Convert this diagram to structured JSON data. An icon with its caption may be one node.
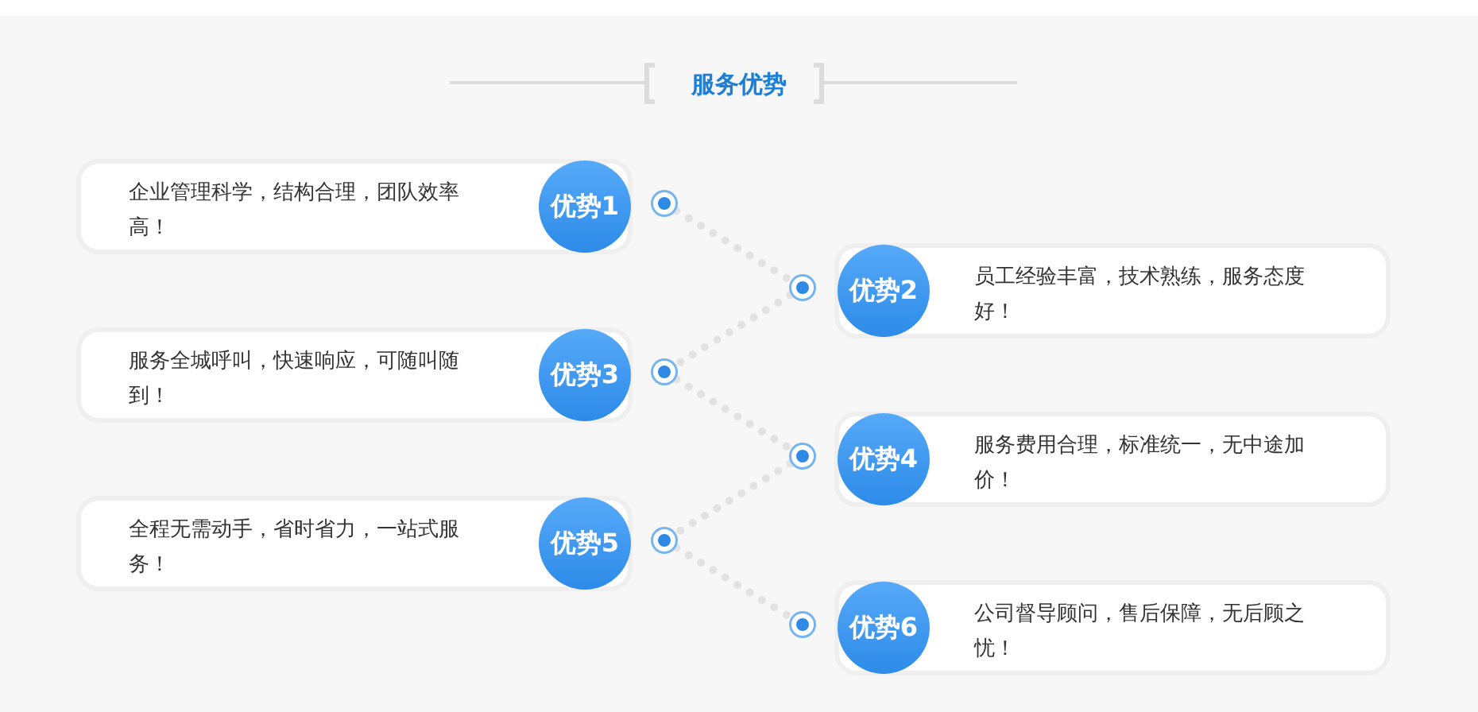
{
  "diagram": {
    "title": "服务优势",
    "nodes": [
      {
        "text": [
          "企业管理科学，结构合理，团队效率高！",
          "优势1"
        ]
      },
      {
        "text": [
          "优势2",
          "员工经验丰富，技术熟练，服务态度好！"
        ]
      },
      {
        "text": [
          "服务全城呼叫，快速响应，可随叫随到！",
          "优势3"
        ]
      },
      {
        "text": [
          "优势4",
          "服务费用合理，标准统一，无中途加价！"
        ]
      },
      {
        "text": [
          "全程无需动手，省时省力，一站式服务！",
          "优势5"
        ]
      },
      {
        "text": [
          "优势6",
          "公司督导顾问，售后保障，无后顾之忧！"
        ]
      },
      {
        "text": [],
        "shape": "circle"
      },
      {
        "text": [],
        "shape": "circle"
      },
      {
        "text": [],
        "shape": "circle"
      },
      {
        "text": [],
        "shape": "circle"
      },
      {
        "text": [],
        "shape": "circle"
      },
      {
        "text": [],
        "shape": "circle"
      }
    ],
    "edges": [
      {
        "from": 6,
        "to": 7,
        "arrow": "none",
        "style": "dashed"
      },
      {
        "from": 7,
        "to": 8,
        "arrow": "none",
        "style": "dashed"
      },
      {
        "from": 8,
        "to": 9,
        "arrow": "none",
        "style": "dashed"
      },
      {
        "from": 9,
        "to": 10,
        "arrow": "none",
        "style": "dashed"
      },
      {
        "from": 10,
        "to": 11,
        "arrow": "none",
        "style": "dashed"
      }
    ]
  }
}
